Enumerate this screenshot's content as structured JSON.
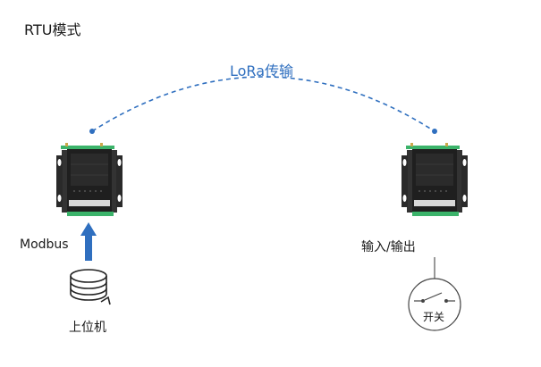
{
  "title": "RTU模式",
  "link": {
    "label": "LoRa传输"
  },
  "devices": {
    "left": {
      "protocol_label": "Modbus",
      "host_label": "上位机"
    },
    "right": {
      "io_label": "输入/输出",
      "switch_label": "开关"
    }
  },
  "colors": {
    "link": "#2f6fbf",
    "arrow": "#2f6fbf",
    "device_body": "#1f1f1f",
    "terminal": "#3bb36a"
  },
  "icons": [
    "database-icon",
    "switch-icon",
    "up-arrow-icon"
  ]
}
